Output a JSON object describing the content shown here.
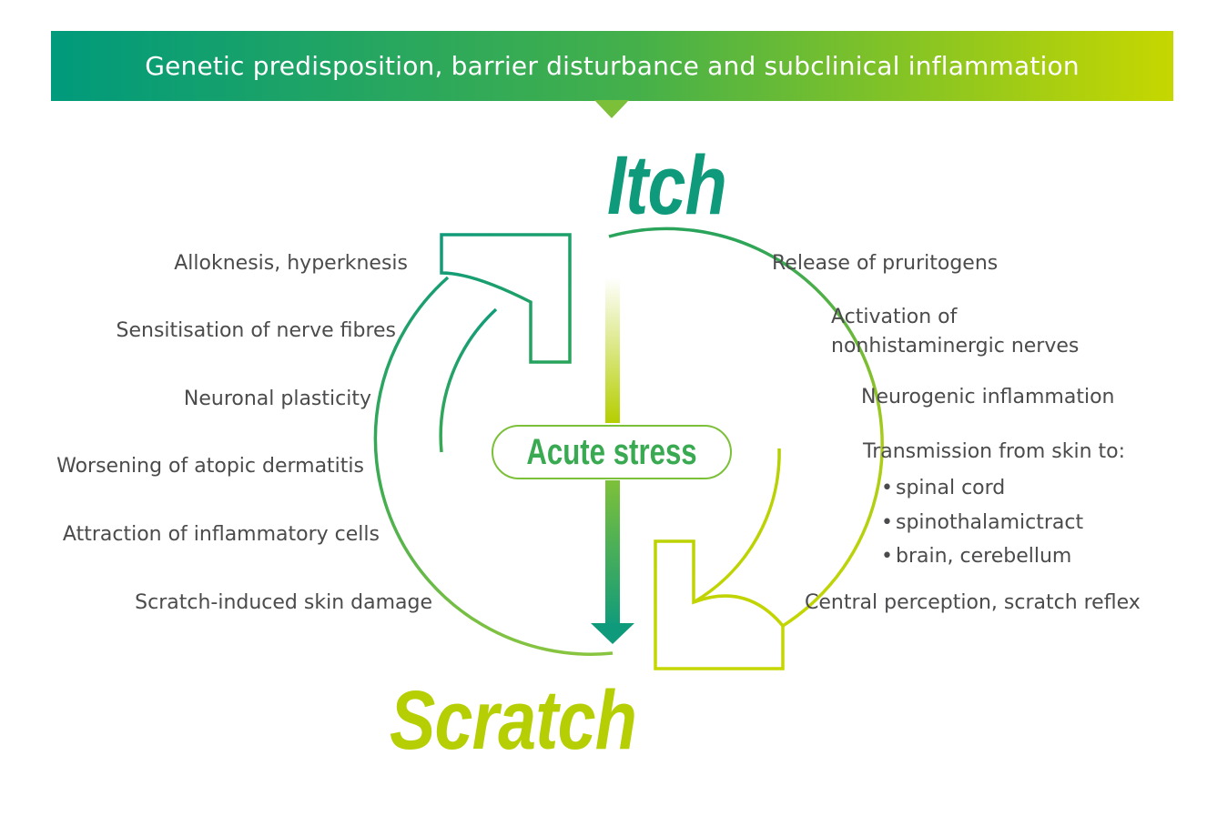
{
  "banner": {
    "title": "Genetic predisposition, barrier disturbance and subclinical inflammation"
  },
  "cycle": {
    "top_word": "Itch",
    "bottom_word": "Scratch",
    "center_label": "Acute stress"
  },
  "left_labels": [
    "Alloknesis, hyperknesis",
    "Sensitisation of nerve fibres",
    "Neuronal plasticity",
    "Worsening of atopic dermatitis",
    "Attraction of inflammatory cells",
    "Scratch-induced skin damage"
  ],
  "right_labels": {
    "release": "Release of pruritogens",
    "activation_line1": "Activation of",
    "activation_line2": "nonhistaminergic nerves",
    "neurogenic": "Neurogenic inflammation",
    "transmission": "Transmission from skin to:",
    "transmission_targets": [
      "spinal cord",
      "spinothalamictract",
      "brain, cerebellum"
    ],
    "central": "Central perception, scratch reflex"
  },
  "colors": {
    "teal": "#0f9b7b",
    "green": "#7cc03a",
    "lime": "#b6cf05"
  },
  "icons": [
    "up-right-arrow-icon",
    "down-left-arrow-icon",
    "down-arrow-icon"
  ]
}
